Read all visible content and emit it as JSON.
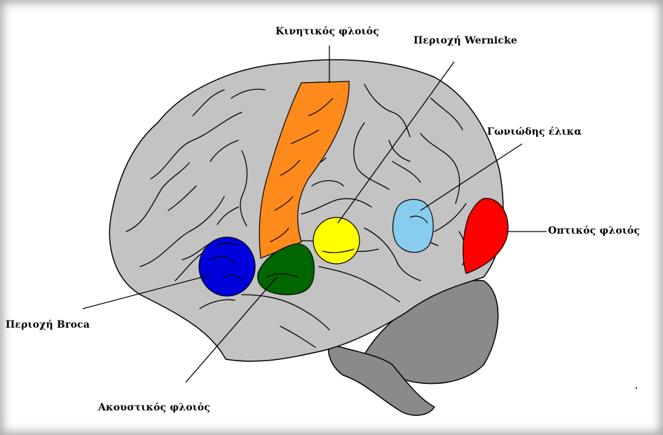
{
  "labels": {
    "motor_cortex": "Κινητικός φλοιός",
    "wernicke": "Περιοχή Wernicke",
    "angular_gyrus": "Γωνιώδης έλικα",
    "visual_cortex": "Οπτικός φλοιός",
    "broca": "Περιοχή Broca",
    "auditory_cortex": "Ακουστικός φλοιός"
  },
  "colors": {
    "brain": "#c3c3c3",
    "cerebellum": "#8a8a8a",
    "motor_cortex": "#ff8a1c",
    "wernicke": "#ffff00",
    "angular_gyrus": "#88ccf0",
    "visual_cortex": "#ff0000",
    "broca": "#0000dd",
    "auditory_cortex": "#006600"
  }
}
